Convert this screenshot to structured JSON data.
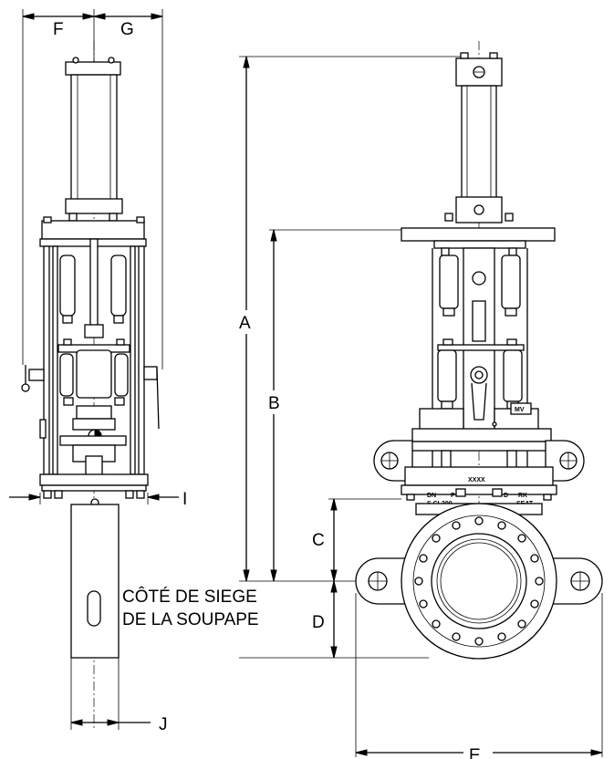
{
  "dimension_labels": {
    "A": "A",
    "B": "B",
    "C": "C",
    "D": "D",
    "E": "E",
    "F": "F",
    "G": "G",
    "I": "I",
    "J": "J"
  },
  "seat_side_label": {
    "line1": "CÔTÉ DE SIEGE",
    "line2": "DE LA SOUPAPE"
  },
  "nameplate": {
    "top": "XXXX",
    "left_row1": "DN",
    "left_row2": "S CL300",
    "mid_row1": "P",
    "right_row1": "D",
    "right_row1b": "RK",
    "right_row2": "SEAT",
    "tag": "MV"
  }
}
